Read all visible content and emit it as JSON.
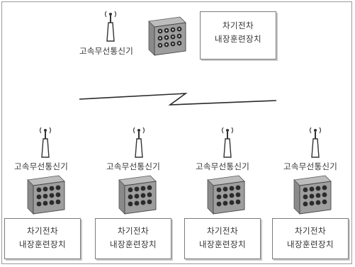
{
  "top_station": {
    "radio_label": "고속무선통신기",
    "unit_title_line1": "차기전차",
    "unit_title_line2": "내장훈련장치"
  },
  "bottom_stations": [
    {
      "radio_label": "고속무선통신기",
      "unit_title_line1": "차기전차",
      "unit_title_line2": "내장훈련장치"
    },
    {
      "radio_label": "고속무선통신기",
      "unit_title_line1": "차기전차",
      "unit_title_line2": "내장훈련장치"
    },
    {
      "radio_label": "고속무선통신기",
      "unit_title_line1": "차기전차",
      "unit_title_line2": "내장훈련장치"
    },
    {
      "radio_label": "고속무선통신기",
      "unit_title_line1": "차기전차",
      "unit_title_line2": "내장훈련장치"
    }
  ],
  "link": {
    "icon": "wireless-link-bolt-icon"
  }
}
